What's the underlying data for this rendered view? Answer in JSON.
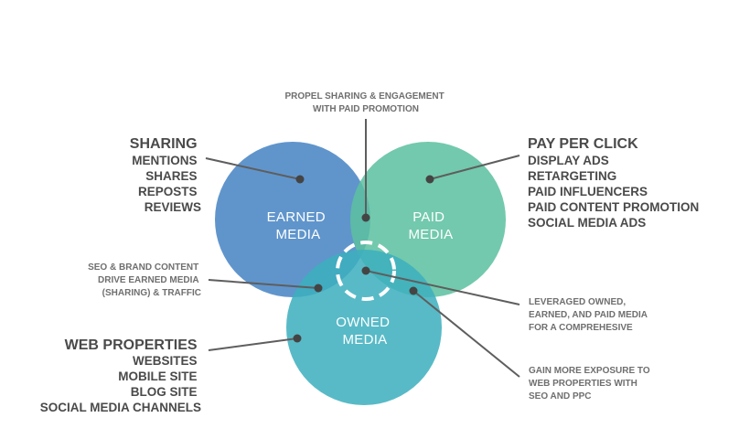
{
  "colors": {
    "earned": "#4a86c5",
    "paid": "#5cc0a0",
    "owned": "#3cafbe",
    "text": "#4a4a4a",
    "note_text": "#6f6f6f",
    "leader": "#5e5e5e"
  },
  "circles": {
    "earned": [
      "EARNED",
      "MEDIA"
    ],
    "paid": [
      "PAID",
      "MEDIA"
    ],
    "owned": [
      "OWNED",
      "MEDIA"
    ]
  },
  "earned_list": {
    "heading": "SHARING",
    "items": [
      "MENTIONS",
      "SHARES",
      "REPOSTS",
      "REVIEWS"
    ]
  },
  "paid_list": {
    "heading": "PAY PER CLICK",
    "items": [
      "DISPLAY ADS",
      "RETARGETING",
      "PAID INFLUENCERS",
      "PAID CONTENT PROMOTION",
      "SOCIAL MEDIA ADS"
    ]
  },
  "owned_list": {
    "heading": "WEB PROPERTIES",
    "items": [
      "WEBSITES",
      "MOBILE SITE",
      "BLOG SITE",
      "SOCIAL MEDIA CHANNELS"
    ]
  },
  "notes": {
    "earned_paid": [
      "PROPEL SHARING & ENGAGEMENT",
      "WITH PAID PROMOTION"
    ],
    "earned_owned": [
      "SEO & BRAND CONTENT",
      "DRIVE EARNED MEDIA",
      "(SHARING) & TRAFFIC"
    ],
    "all_three": [
      "LEVERAGED OWNED,",
      "EARNED, AND PAID MEDIA",
      "FOR A COMPREHESIVE"
    ],
    "paid_owned": [
      "GAIN MORE EXPOSURE TO",
      "WEB PROPERTIES WITH",
      "SEO AND PPC"
    ]
  },
  "icons": {
    "intersection_marker": "dashed-circle-icon"
  }
}
